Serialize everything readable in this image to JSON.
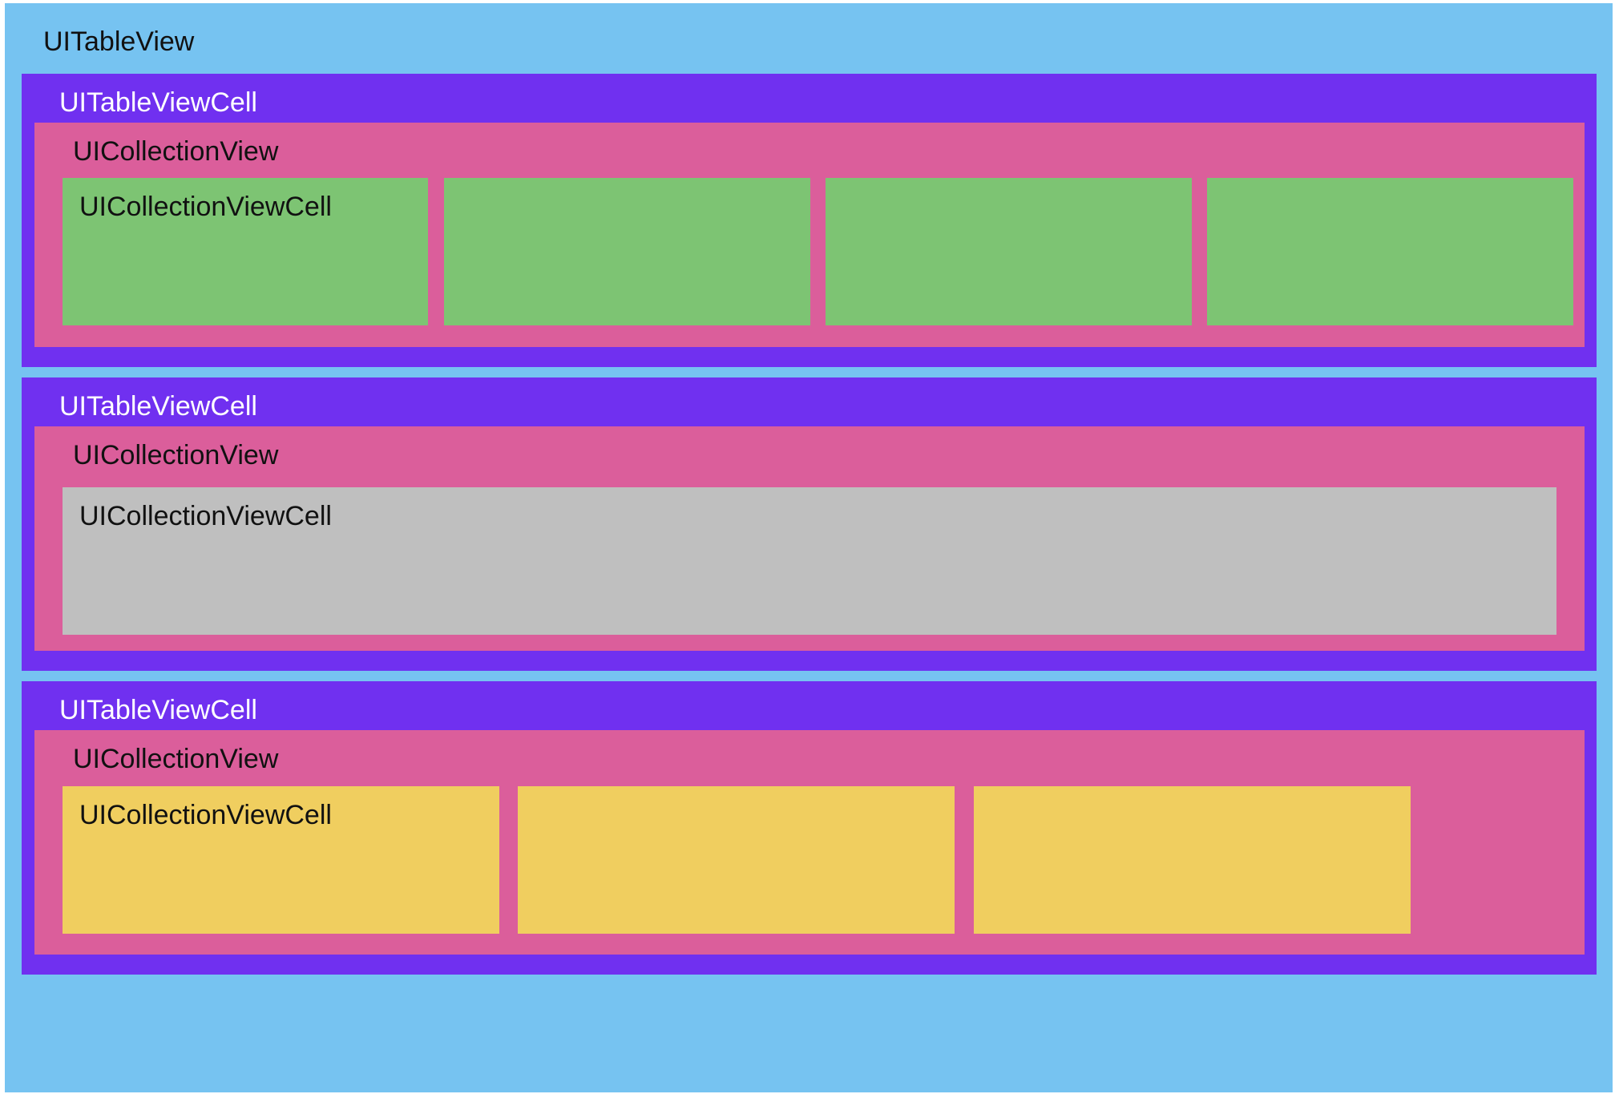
{
  "table_view": {
    "label": "UITableView",
    "background": "#76c3f1"
  },
  "colors": {
    "table_cell": "#7030f0",
    "collection_view": "#db5e9b",
    "green_cell": "#7dc473",
    "gray_cell": "#bfbfbf",
    "yellow_cell": "#f0ce5f"
  },
  "rows": [
    {
      "table_cell_label": "UITableViewCell",
      "collection_view_label": "UICollectionView",
      "cell_color": "#7dc473",
      "cell_count": 4,
      "cell_label": "UICollectionViewCell"
    },
    {
      "table_cell_label": "UITableViewCell",
      "collection_view_label": "UICollectionView",
      "cell_color": "#bfbfbf",
      "cell_count": 1,
      "cell_label": "UICollectionViewCell"
    },
    {
      "table_cell_label": "UITableViewCell",
      "collection_view_label": "UICollectionView",
      "cell_color": "#f0ce5f",
      "cell_count": 3,
      "cell_label": "UICollectionViewCell"
    }
  ]
}
